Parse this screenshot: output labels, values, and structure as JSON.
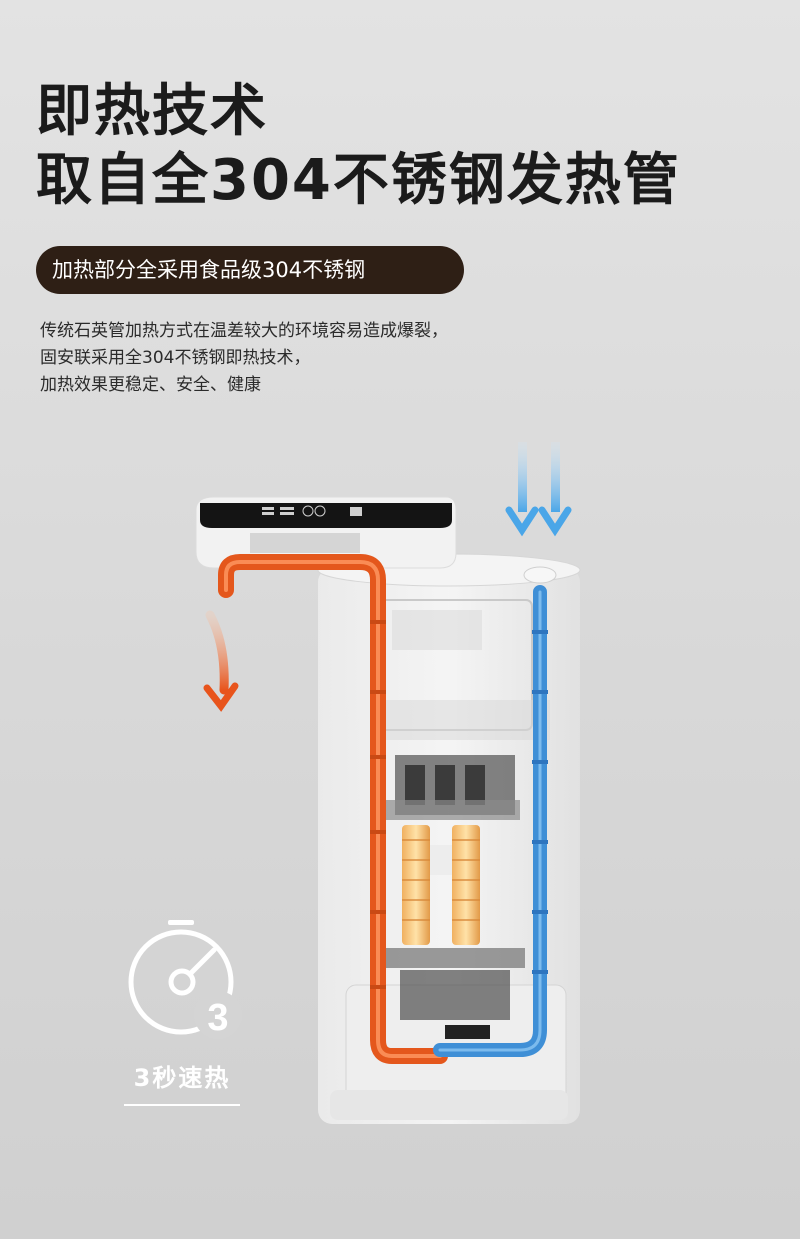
{
  "heading": {
    "line1": "即热技术",
    "line2": "取自全304不锈钢发热管"
  },
  "tag": {
    "label": "加热部分全采用食品级304不锈钢"
  },
  "description": {
    "lines": [
      "传统石英管加热方式在温差较大的环境容易造成爆裂，",
      "固安联采用全304不锈钢即热技术，",
      "加热效果更稳定、安全、健康"
    ]
  },
  "badge": {
    "number": "3",
    "label": "3秒速热",
    "icon": "stopwatch-icon"
  },
  "colors": {
    "hot_pipe": "#e4571c",
    "cold_pipe": "#3f8fd6",
    "tag_bg": "#2e1f15",
    "heading": "#1b1b1b"
  }
}
